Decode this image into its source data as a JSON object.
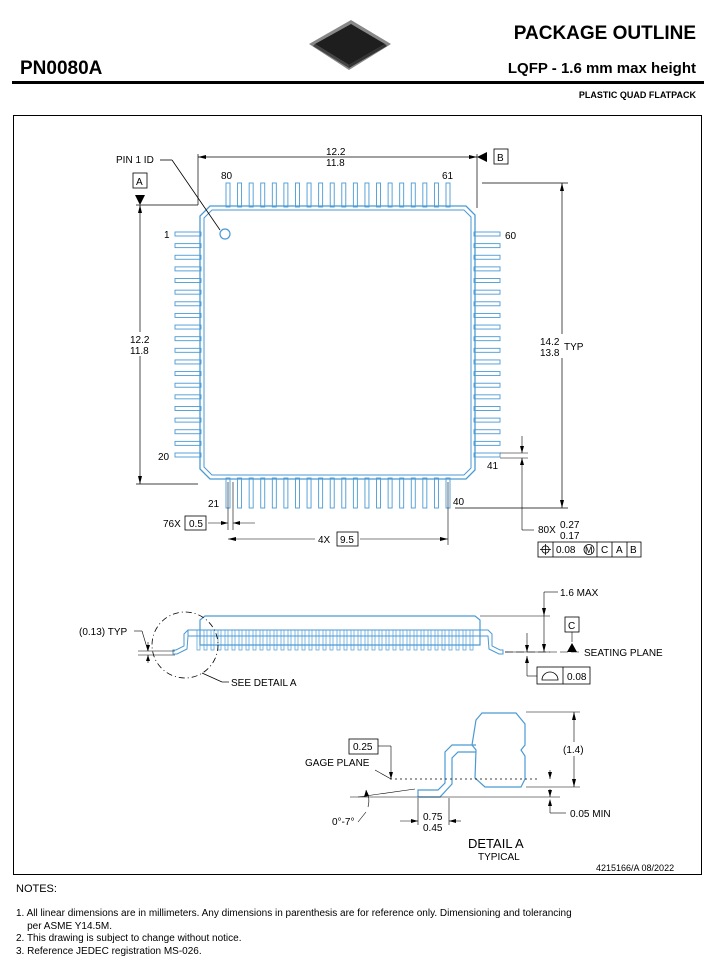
{
  "header": {
    "package_code": "PN0080A",
    "title": "PACKAGE OUTLINE",
    "subtitle": "LQFP - 1.6 mm max height",
    "package_type": "PLASTIC QUAD FLATPACK"
  },
  "top_view": {
    "pin1_label": "PIN 1 ID",
    "datum_a": "A",
    "datum_b": "B",
    "width_max": "12.2",
    "width_min": "11.8",
    "height_max": "12.2",
    "height_min": "11.8",
    "overall_max": "14.2",
    "overall_min": "13.8",
    "overall_suffix": "TYP",
    "pin_1": "1",
    "pin_20": "20",
    "pin_21": "21",
    "pin_40": "40",
    "pin_41": "41",
    "pin_60": "60",
    "pin_61": "61",
    "pin_80": "80",
    "pitch_count": "76X",
    "pitch": "0.5",
    "span_count": "4X",
    "span": "9.5",
    "lead_count": "80X",
    "lead_max": "0.27",
    "lead_min": "0.17",
    "fcf_tol": "0.08",
    "fcf_mod": "M",
    "fcf_c": "C",
    "fcf_a": "A",
    "fcf_b": "B"
  },
  "side_view": {
    "standoff": "(0.13) TYP",
    "max_height": "1.6 MAX",
    "datum_c": "C",
    "seating_plane": "SEATING PLANE",
    "see_detail": "SEE DETAIL A",
    "flatness": "0.08"
  },
  "detail": {
    "gage_value": "0.25",
    "gage_plane": "GAGE PLANE",
    "height": "(1.4)",
    "min_standoff": "0.05 MIN",
    "angle": "0°-7°",
    "foot_max": "0.75",
    "foot_min": "0.45",
    "title": "DETAIL  A",
    "subtitle": "TYPICAL"
  },
  "doc_ref": "4215166/A  08/2022",
  "notes": {
    "title": "NOTES:",
    "items": [
      "1. All linear dimensions are in millimeters. Any dimensions in parenthesis are for reference only. Dimensioning and tolerancing",
      "    per ASME Y14.5M.",
      "2. This drawing is subject to change without notice.",
      "3. Reference JEDEC registration MS-026."
    ]
  },
  "colors": {
    "outline": "#4a9ad4",
    "lines": "#000000"
  }
}
